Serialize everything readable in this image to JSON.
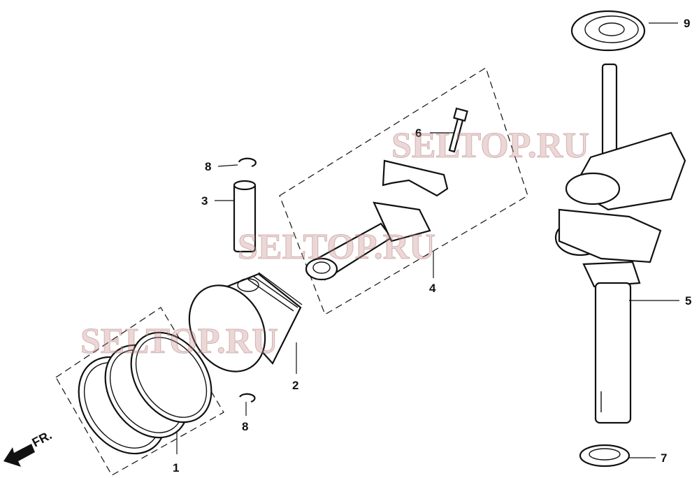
{
  "callouts": {
    "piston_rings": "1",
    "piston": "2",
    "piston_pin": "3",
    "connecting_rod": "4",
    "crankshaft": "5",
    "rod_bolt": "6",
    "washer": "7",
    "pin_clip_top": "8",
    "pin_clip_bottom": "8",
    "bearing": "9"
  },
  "direction_label": "FR.",
  "watermark": "SELTOP.RU"
}
